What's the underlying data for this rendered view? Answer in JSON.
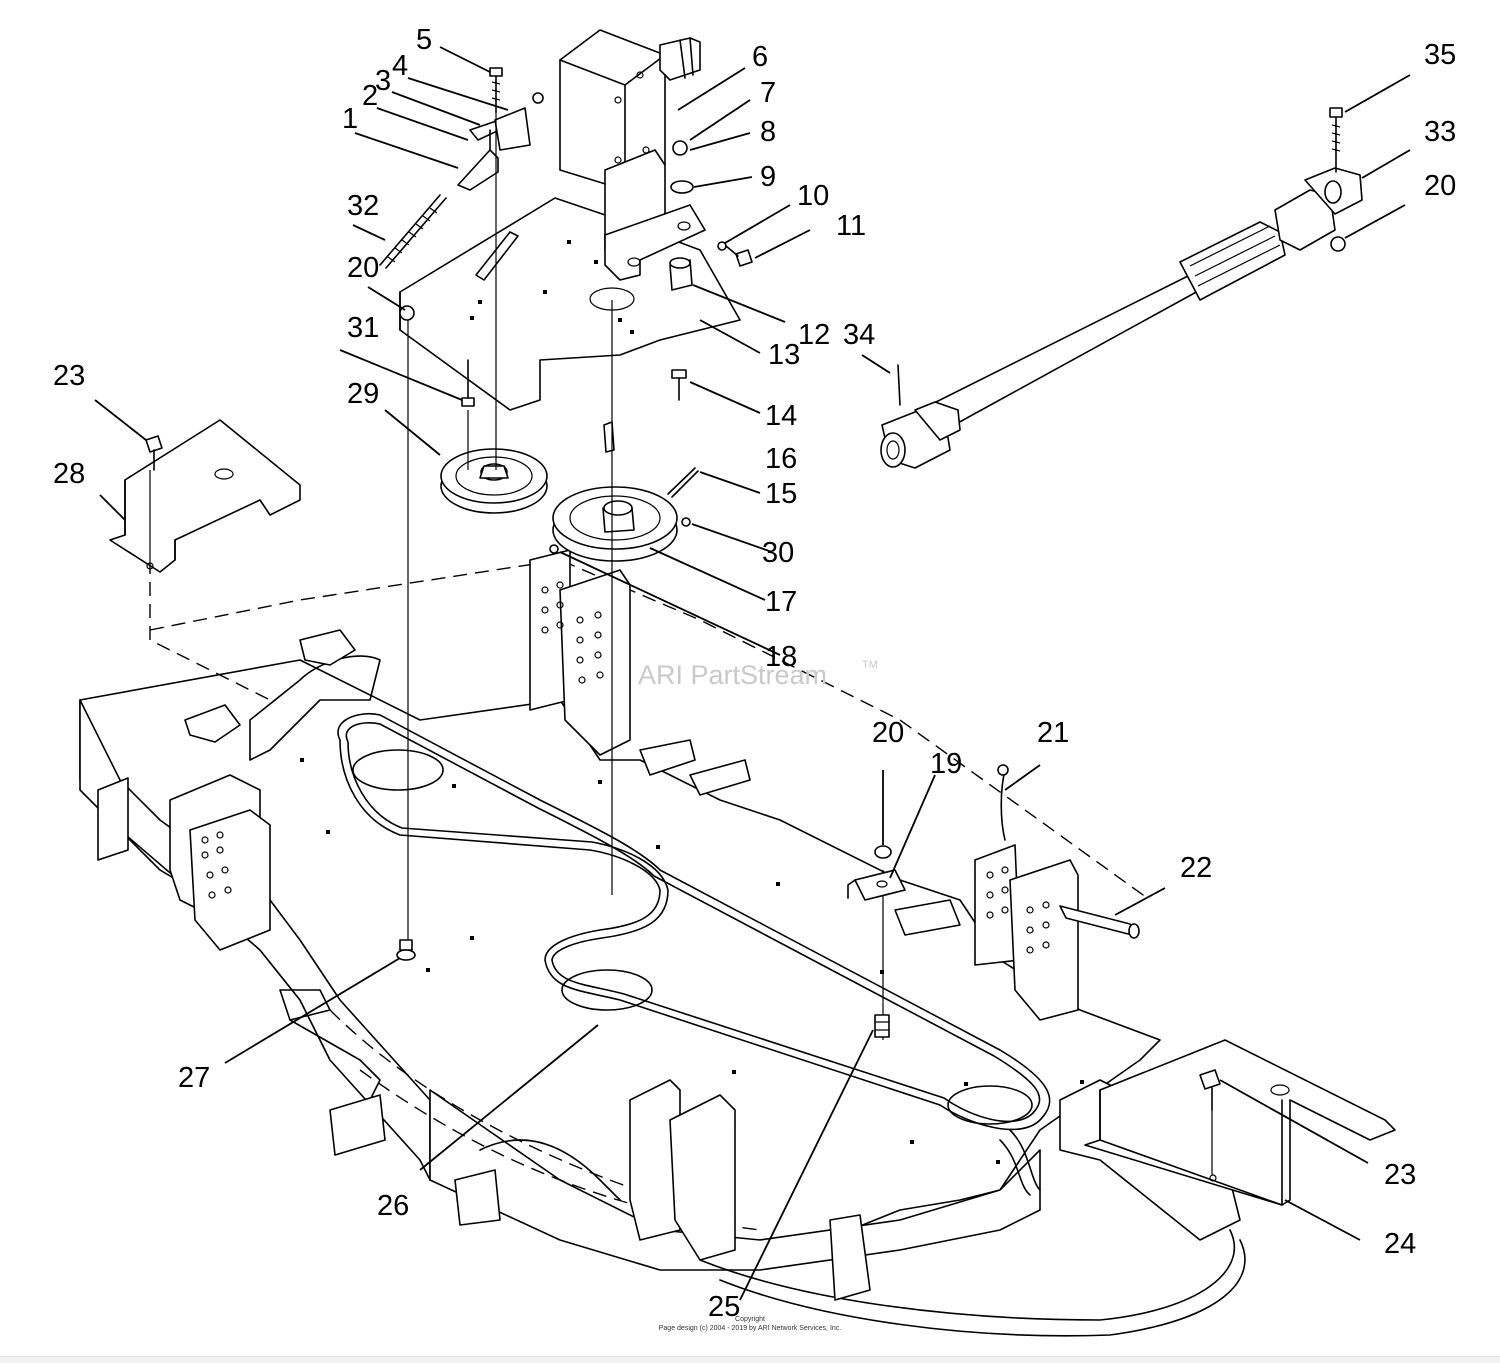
{
  "watermark": {
    "text": "ARI PartStream",
    "tm": "TM"
  },
  "copyright": {
    "line1": "Copyright",
    "line2": "Page design (c) 2004 - 2019 by ARI Network Services, Inc."
  },
  "callouts": [
    {
      "n": "1"
    },
    {
      "n": "2"
    },
    {
      "n": "3"
    },
    {
      "n": "4"
    },
    {
      "n": "5"
    },
    {
      "n": "6"
    },
    {
      "n": "7"
    },
    {
      "n": "8"
    },
    {
      "n": "9"
    },
    {
      "n": "10"
    },
    {
      "n": "11"
    },
    {
      "n": "12"
    },
    {
      "n": "13"
    },
    {
      "n": "14"
    },
    {
      "n": "15"
    },
    {
      "n": "16"
    },
    {
      "n": "17"
    },
    {
      "n": "18"
    },
    {
      "n": "19"
    },
    {
      "n": "20"
    },
    {
      "n": "21"
    },
    {
      "n": "22"
    },
    {
      "n": "23"
    },
    {
      "n": "24"
    },
    {
      "n": "25"
    },
    {
      "n": "26"
    },
    {
      "n": "27"
    },
    {
      "n": "28"
    },
    {
      "n": "29"
    },
    {
      "n": "30"
    },
    {
      "n": "31"
    },
    {
      "n": "32"
    },
    {
      "n": "33"
    },
    {
      "n": "34"
    },
    {
      "n": "35"
    },
    {
      "n": "20"
    },
    {
      "n": "20"
    },
    {
      "n": "23"
    }
  ]
}
